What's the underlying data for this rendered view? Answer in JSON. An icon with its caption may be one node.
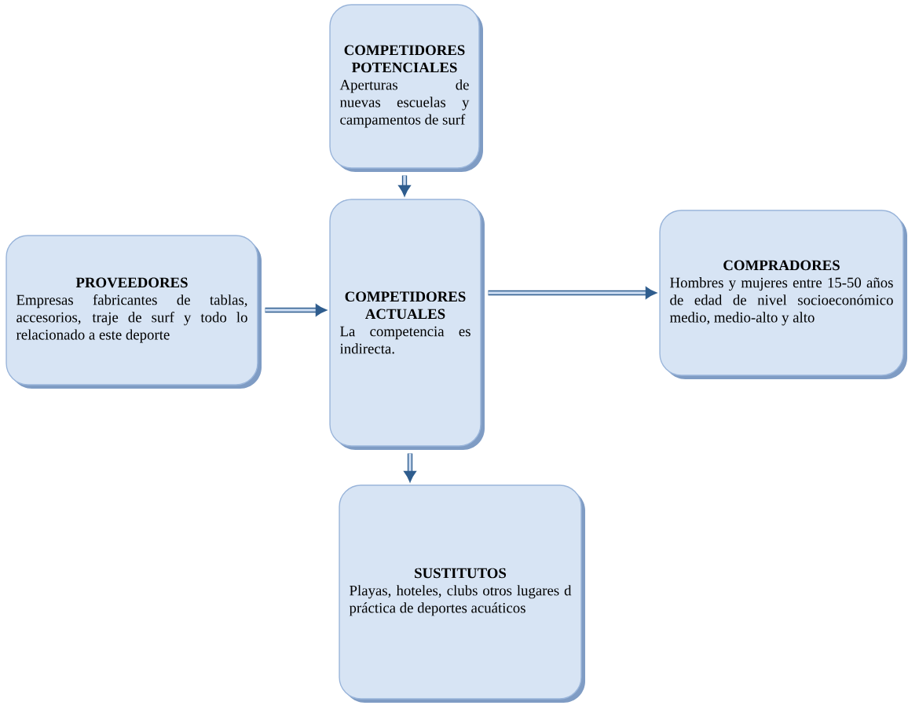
{
  "diagram": {
    "nodes": [
      {
        "text": [
          "COMPETIDORES POTENCIALES",
          "Aperturas de nuevas escuelas y campamentos de surf"
        ]
      },
      {
        "text": [
          "PROVEEDORES",
          "Empresas fabricantes de tablas, accesorios, traje de surf y todo lo relacionado a este deporte"
        ]
      },
      {
        "text": [
          "COMPETIDORES ACTUALES",
          "La competencia es indirecta."
        ]
      },
      {
        "text": [
          "COMPRADORES",
          "Hombres y mujeres entre 15-50 años de edad de nivel socioeconómico medio, medio-alto y alto"
        ]
      },
      {
        "text": [
          "SUSTITUTOS",
          "Playas, hoteles, clubs otros lugares d práctica de deportes acuáticos"
        ]
      }
    ],
    "edges": [
      {
        "from": 0,
        "to": 2,
        "arrow": "to"
      },
      {
        "from": 1,
        "to": 2,
        "arrow": "to"
      },
      {
        "from": 2,
        "to": 3,
        "arrow": "to"
      },
      {
        "from": 2,
        "to": 4,
        "arrow": "to"
      }
    ]
  }
}
